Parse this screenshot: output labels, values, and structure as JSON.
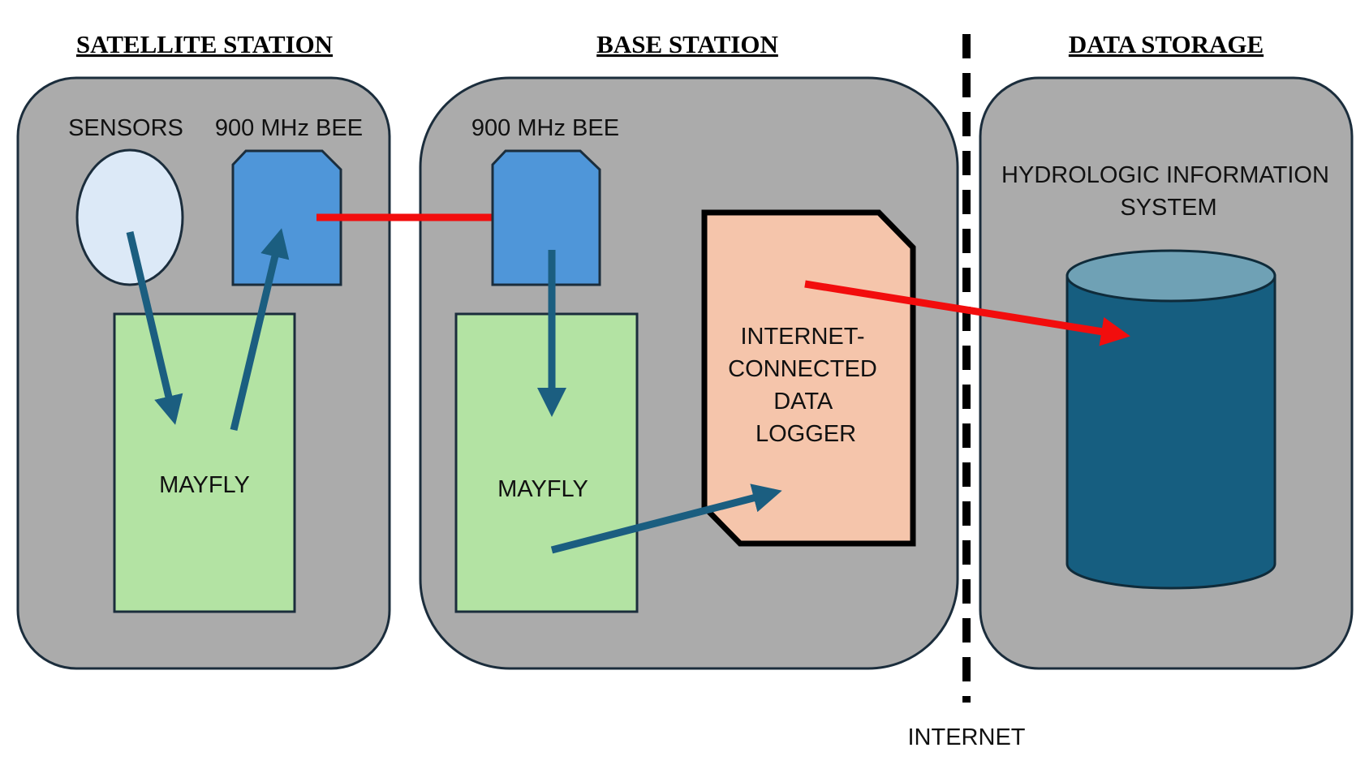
{
  "sections": {
    "satellite": {
      "title": "SATELLITE STATION",
      "sensors": "SENSORS",
      "bee": "900 MHz BEE",
      "mayfly": "MAYFLY"
    },
    "base": {
      "title": "BASE STATION",
      "bee": "900 MHz BEE",
      "mayfly": "MAYFLY",
      "logger_lines": [
        "INTERNET-",
        "CONNECTED",
        "DATA",
        "LOGGER"
      ]
    },
    "storage": {
      "title": "DATA STORAGE",
      "his_lines": [
        "HYDROLOGIC INFORMATION",
        "SYSTEM"
      ]
    }
  },
  "divider_label": "INTERNET",
  "colors": {
    "panel": "#ababab",
    "sensor": "#dce9f7",
    "bee": "#4f96d9",
    "mayfly": "#b3e3a3",
    "logger": "#f5c5ab",
    "cylinder_body": "#165e80",
    "cylinder_top": "#6fa1b5",
    "arrow_blue": "#1b5e80",
    "arrow_red": "#f20d0d"
  }
}
